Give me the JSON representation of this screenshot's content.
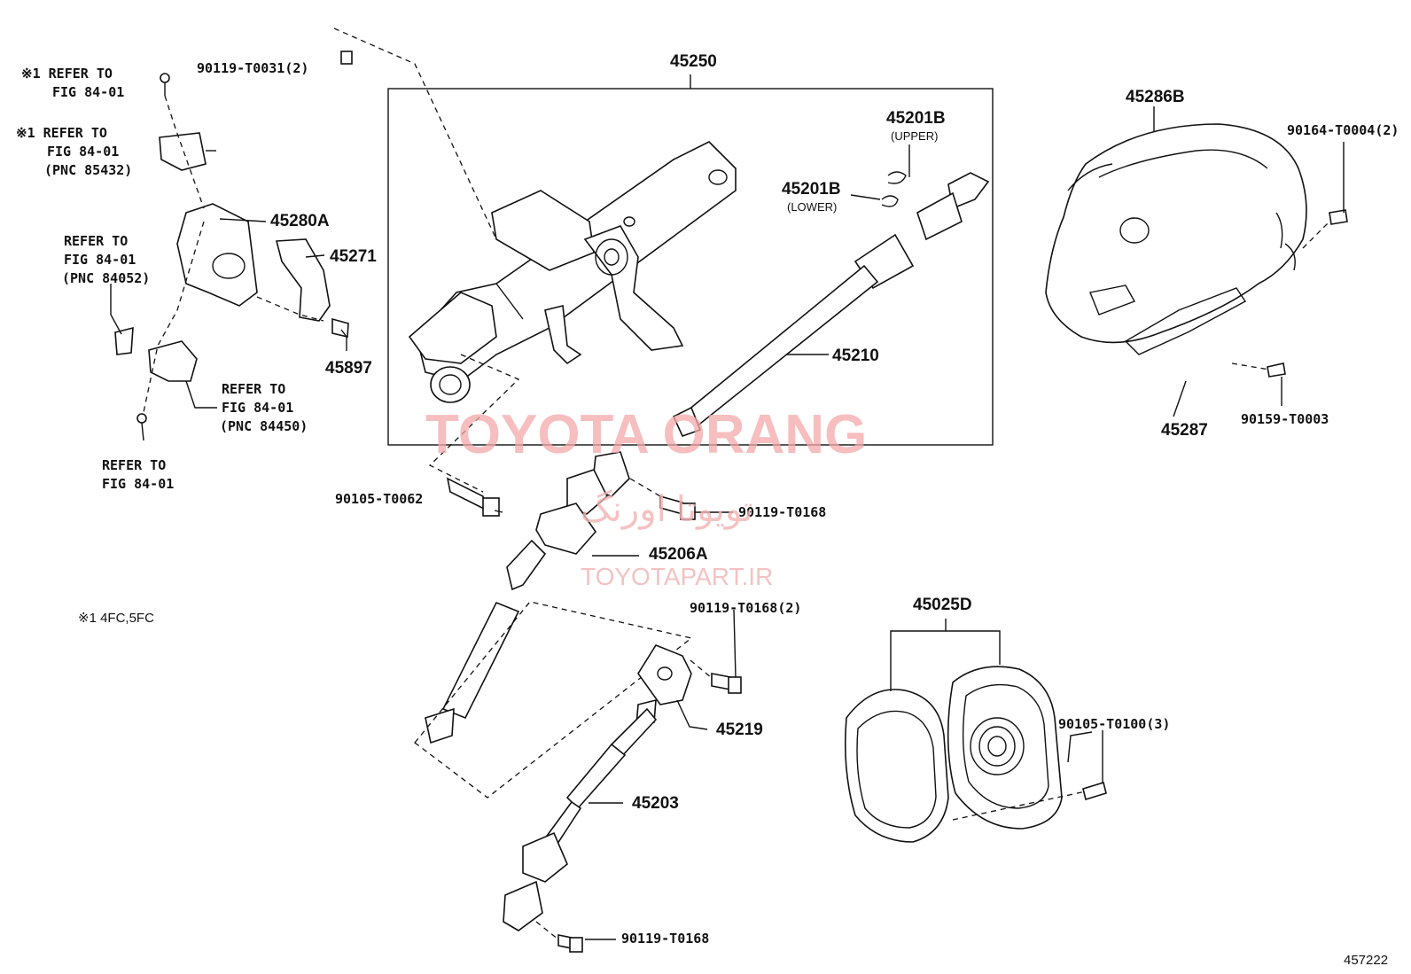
{
  "labels": {
    "p45250": "45250",
    "p45286B": "45286B",
    "p90164": "90164-T0004(2)",
    "p45201B_upper": "45201B",
    "upper": "(UPPER)",
    "p45201B_lower": "45201B",
    "lower": "(LOWER)",
    "p45210": "45210",
    "p45287": "45287",
    "p90159": "90159-T0003",
    "p90119_t0031": "90119-T0031(2)",
    "ref1_a": "※1 REFER TO",
    "ref1_b": "FIG 84-01",
    "ref2_a": "※1 REFER TO",
    "ref2_b": "FIG 84-01",
    "ref2_c": "(PNC 85432)",
    "p45280A": "45280A",
    "ref3_a": "REFER TO",
    "ref3_b": "FIG 84-01",
    "ref3_c": "(PNC 84052)",
    "p45271": "45271",
    "p45897": "45897",
    "ref4_a": "REFER TO",
    "ref4_b": "FIG 84-01",
    "ref4_c": "(PNC 84450)",
    "ref5_a": "REFER TO",
    "ref5_b": "FIG 84-01",
    "p90105_t0062": "90105-T0062",
    "p90119_t0168_a": "90119-T0168",
    "p45206A": "45206A",
    "note_4fc": "※1 4FC,5FC",
    "p90119_t0168_2": "90119-T0168(2)",
    "p45219": "45219",
    "p45203": "45203",
    "p90119_t0168_b": "90119-T0168",
    "p45025D": "45025D",
    "p90105_t0100": "90105-T0100(3)",
    "fig_no": "457222"
  },
  "watermark": {
    "main": "TOYOTA ORANG",
    "persian": "تویوتا اورنگ",
    "site": "TOYOTAPART.IR",
    "color": "#f4a9a9"
  }
}
